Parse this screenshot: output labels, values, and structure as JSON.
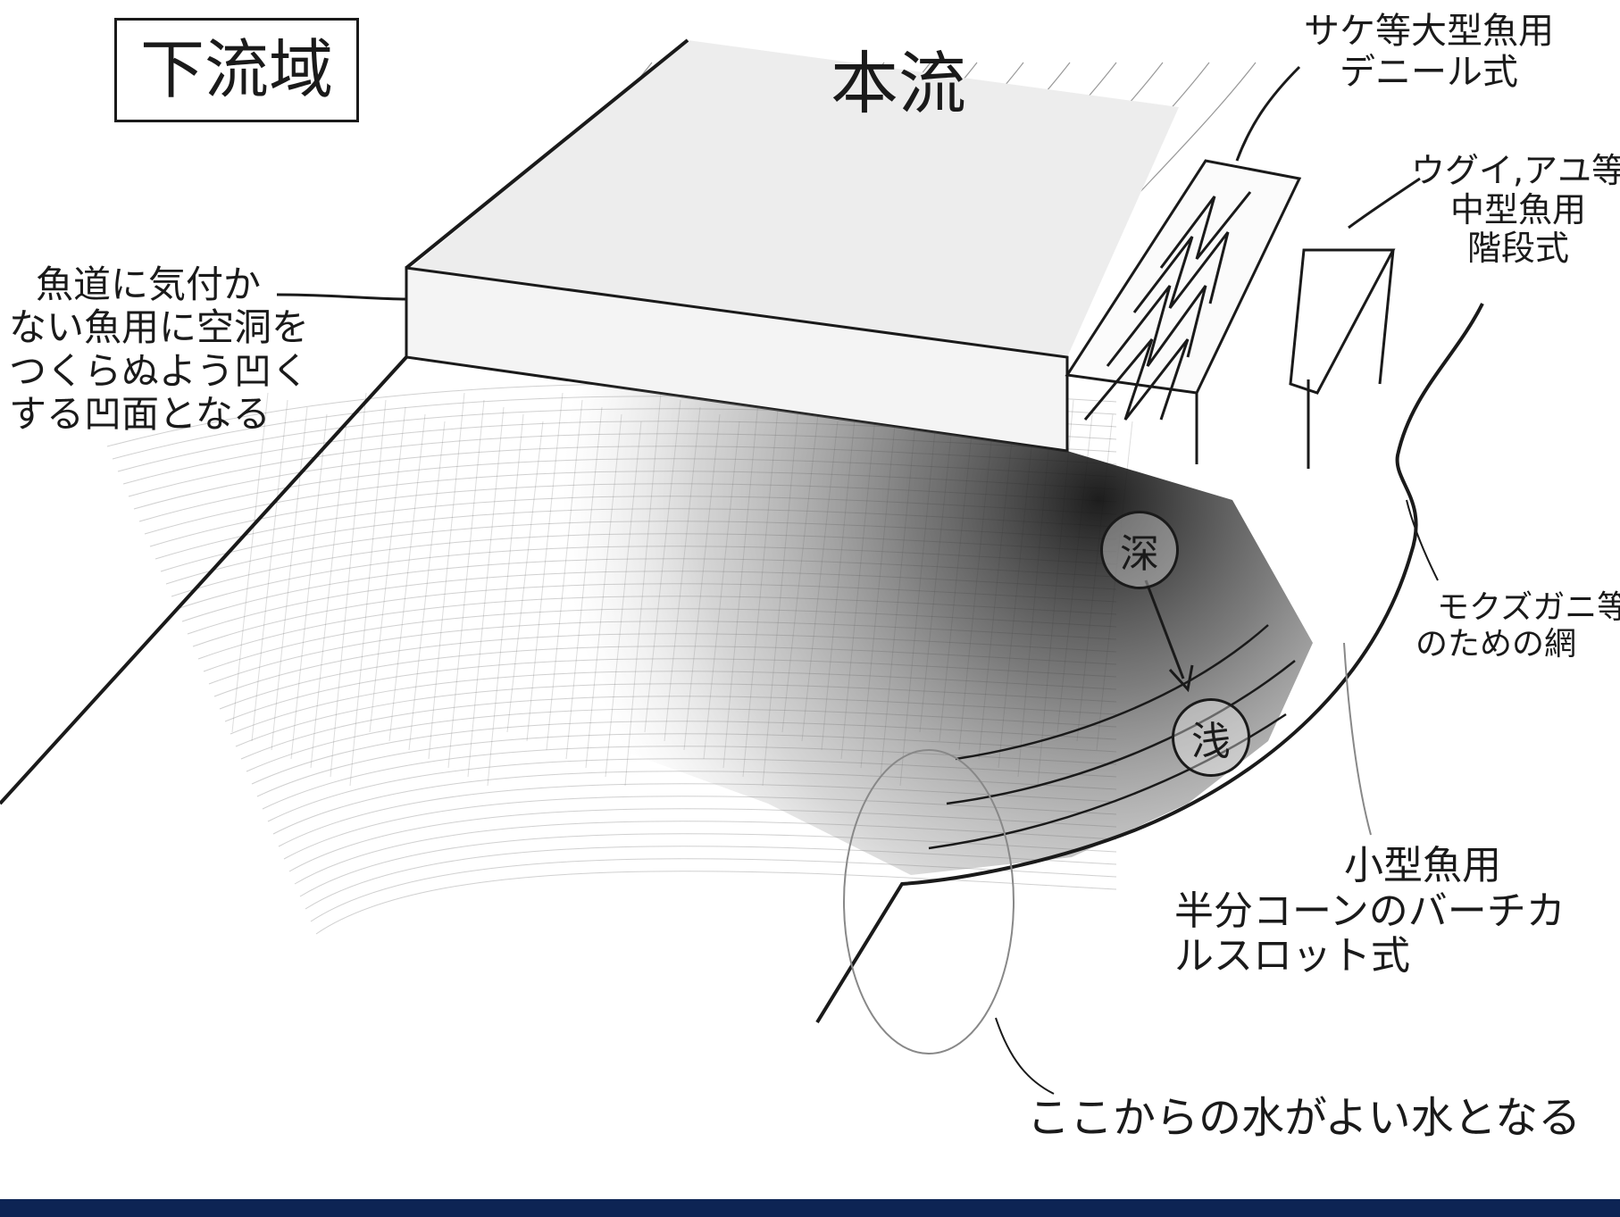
{
  "title": "下流域",
  "labels": {
    "main_flow": "本流",
    "denil": [
      "サケ等大型魚用",
      "デニール式"
    ],
    "stepped": [
      "ウグイ,アユ等",
      "中型魚用",
      "階段式"
    ],
    "attraction": [
      "魚道に気付か",
      "ない魚用に空洞を",
      "つくらぬよう凹く",
      "する凹面となる"
    ],
    "crab_net": [
      "モクズガニ等",
      "のための網"
    ],
    "small_fish": [
      "小型魚用",
      "半分コーンのバーチカ",
      "ルスロット式"
    ],
    "good_water": "ここからの水がよい水となる",
    "deep": "深",
    "shallow": "浅"
  },
  "colors": {
    "ink": "#1a1a1a",
    "footer": "#0d2454"
  }
}
